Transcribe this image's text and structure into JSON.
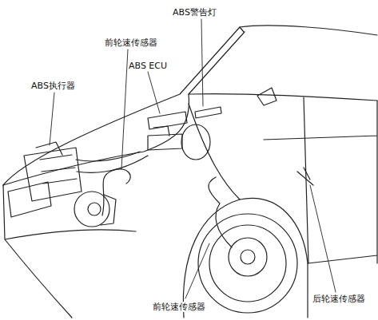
{
  "diagram": {
    "labels": [
      "ABS警告灯",
      "前轮速传感器",
      "ABS ECU",
      "ABS执行器",
      "前轮速传感器",
      "后轮速传感器"
    ]
  }
}
